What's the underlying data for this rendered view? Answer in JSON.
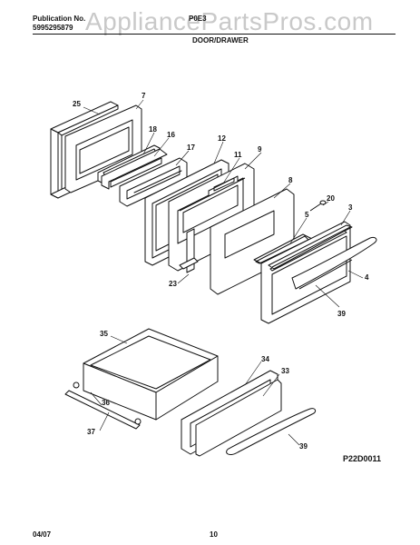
{
  "header": {
    "publication_label": "Publication No.",
    "publication_number": "5995295879",
    "model_partial": "P0E3",
    "section_title": "DOOR/DRAWER"
  },
  "watermark": "AppliancePartsPros.com",
  "diagram_code": "P22D0011",
  "footer": {
    "date": "04/07",
    "page": "10"
  },
  "callouts": [
    "25",
    "7",
    "18",
    "16",
    "17",
    "12",
    "9",
    "11",
    "8",
    "20",
    "3",
    "5",
    "4",
    "39",
    "23",
    "35",
    "34",
    "33",
    "36",
    "37",
    "39"
  ]
}
